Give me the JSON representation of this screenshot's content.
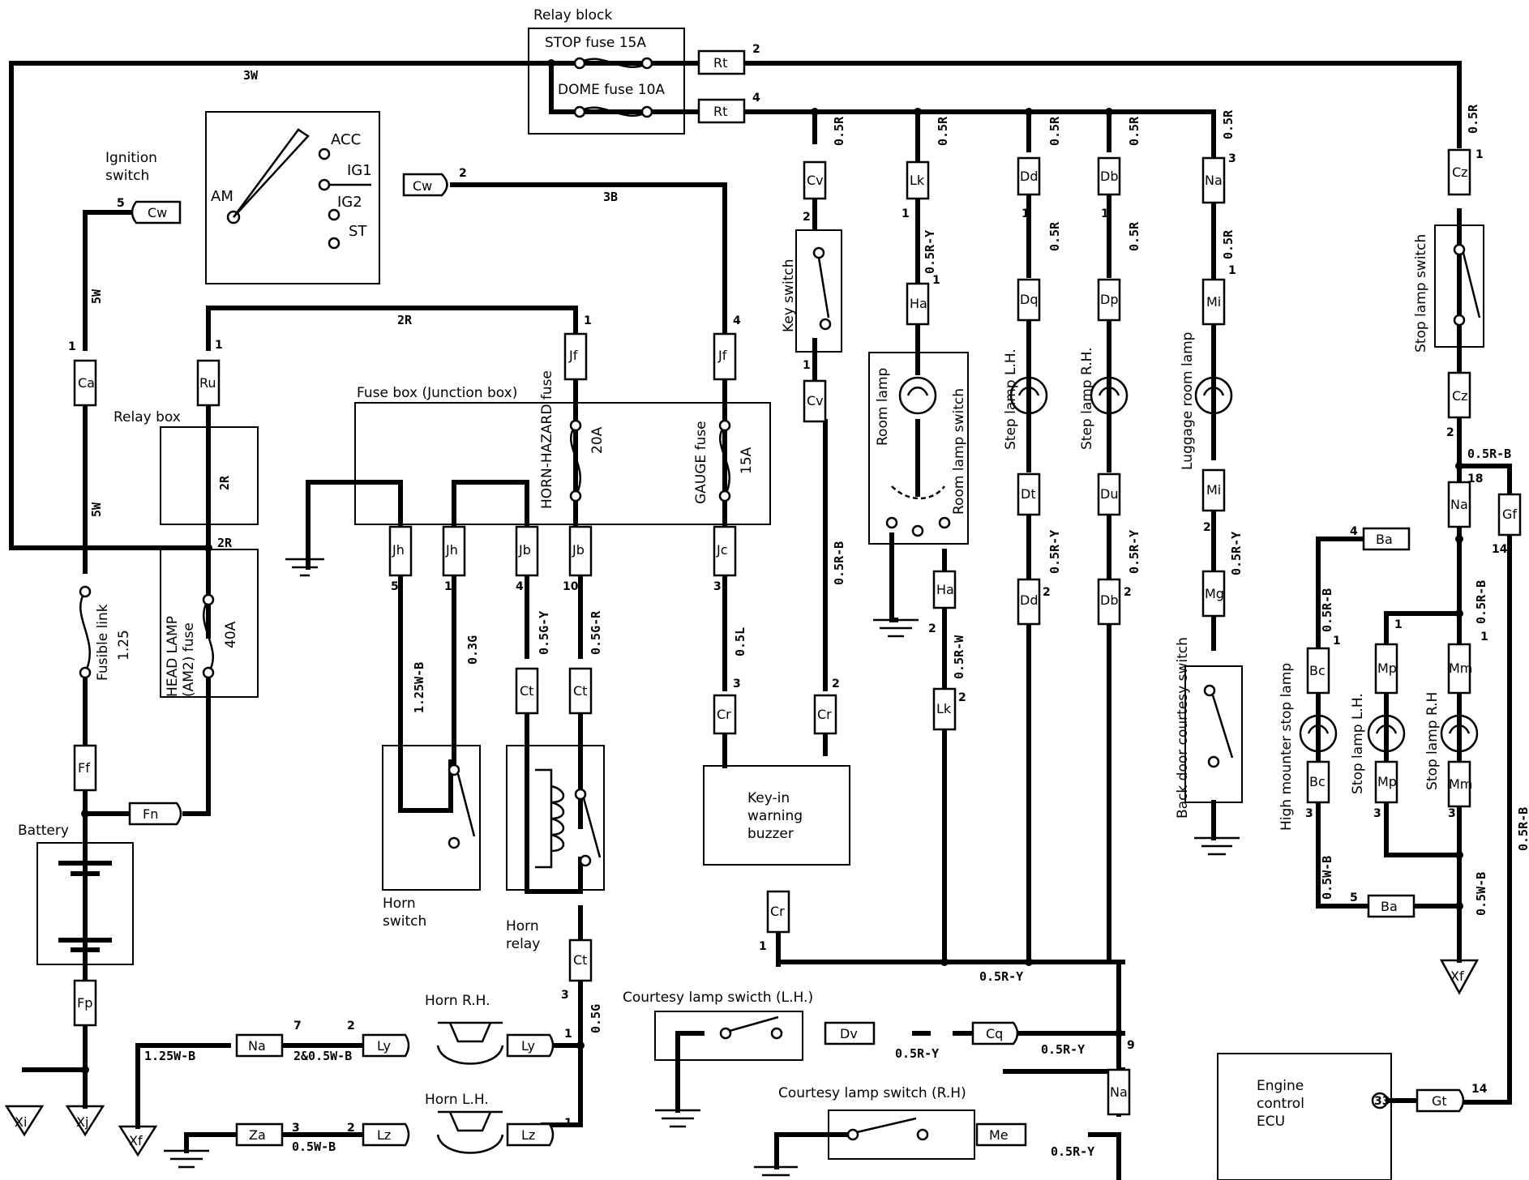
{
  "components": {
    "relay_block": "Relay block",
    "stop_fuse": "STOP fuse 15A",
    "dome_fuse": "DOME fuse 10A",
    "ignition_switch": [
      "Ignition",
      "switch"
    ],
    "acc": "ACC",
    "ig1": "IG1",
    "ig2": "IG2",
    "st": "ST",
    "am": "AM",
    "relay_box": "Relay box",
    "fuse_box": "Fuse box (Junction box)",
    "horn_hazard_fuse": "HORN-HAZARD fuse",
    "horn_hazard_amp": "20A",
    "gauge_fuse": "GAUGE fuse",
    "gauge_amp": "15A",
    "fusible_link": "Fusible link",
    "fusible_size": "1.25",
    "head_lamp": [
      "HEAD LAMP",
      "(AM2) fuse"
    ],
    "head_lamp_amp": "40A",
    "battery": "Battery",
    "horn_switch": [
      "Horn",
      "switch"
    ],
    "horn_relay": [
      "Horn",
      "relay"
    ],
    "horn_rh": "Horn R.H.",
    "horn_lh": "Horn L.H.",
    "key_switch": "Key switch",
    "key_in_buzzer": [
      "Key-in",
      "warning",
      "buzzer"
    ],
    "room_lamp": "Room lamp",
    "room_lamp_switch": "Room lamp switch",
    "step_lamp_lh": "Step lamp L.H.",
    "step_lamp_rh": "Step lamp R.H.",
    "luggage_room_lamp": "Luggage room lamp",
    "back_door_switch": "Back door courtesy switch",
    "stop_lamp_switch": "Stop lamp switch",
    "high_mount_lamp": "High mounter stop lamp",
    "stop_lamp_lh": "Stop lamp L.H.",
    "stop_lamp_rh": "Stop lamp R.H",
    "courtesy_lh": "Courtesy lamp swicth (L.H.)",
    "courtesy_rh": "Courtesy lamp switch (R.H)",
    "ecu": [
      "Engine",
      "control",
      "ECU"
    ],
    "ecu_pin": "33"
  },
  "wires": {
    "w3W": "3W",
    "w3B": "3B",
    "w2R_top": "2R",
    "w2R_box": "2R",
    "w2R_mid": "2R",
    "w5W_a": "5W",
    "w5W_b": "5W",
    "r05R": "0.5R",
    "r05RY": "0.5R-Y",
    "r05RB": "0.5R-B",
    "r05RW": "0.5R-W",
    "r125WB": "1.25W-B",
    "r03G": "0.3G",
    "r05GY": "0.5G-Y",
    "r05GR": "0.5G-R",
    "r05L": "0.5L",
    "r05G": "0.5G",
    "r2_05WB": "2&0.5W-B",
    "r05WB": "0.5W-B"
  },
  "connectors": {
    "Rt": "Rt",
    "Cw": "Cw",
    "Ca": "Ca",
    "Ru": "Ru",
    "Jf": "Jf",
    "Jh": "Jh",
    "Jb": "Jb",
    "Jc": "Jc",
    "Ct": "Ct",
    "Cr": "Cr",
    "Cv": "Cv",
    "Lk": "Lk",
    "Ha": "Ha",
    "Dd": "Dd",
    "Dq": "Dq",
    "Dt": "Dt",
    "Db": "Db",
    "Dp": "Dp",
    "Du": "Du",
    "Na": "Na",
    "Mi": "Mi",
    "Mg": "Mg",
    "Cz": "Cz",
    "Gf": "Gf",
    "Ba": "Ba",
    "Bc": "Bc",
    "Mp": "Mp",
    "Mm": "Mm",
    "Ff": "Ff",
    "Fn": "Fn",
    "Fp": "Fp",
    "Ly": "Ly",
    "Lz": "Lz",
    "Za": "Za",
    "Dv": "Dv",
    "Cq": "Cq",
    "Me": "Me",
    "Gt": "Gt",
    "Xi": "Xi",
    "Xj": "Xj",
    "Xf": "Xf"
  },
  "pins": {
    "p1": "1",
    "p2": "2",
    "p3": "3",
    "p4": "4",
    "p5": "5",
    "p7": "7",
    "p9": "9",
    "p10": "10",
    "p14": "14",
    "p18": "18"
  }
}
